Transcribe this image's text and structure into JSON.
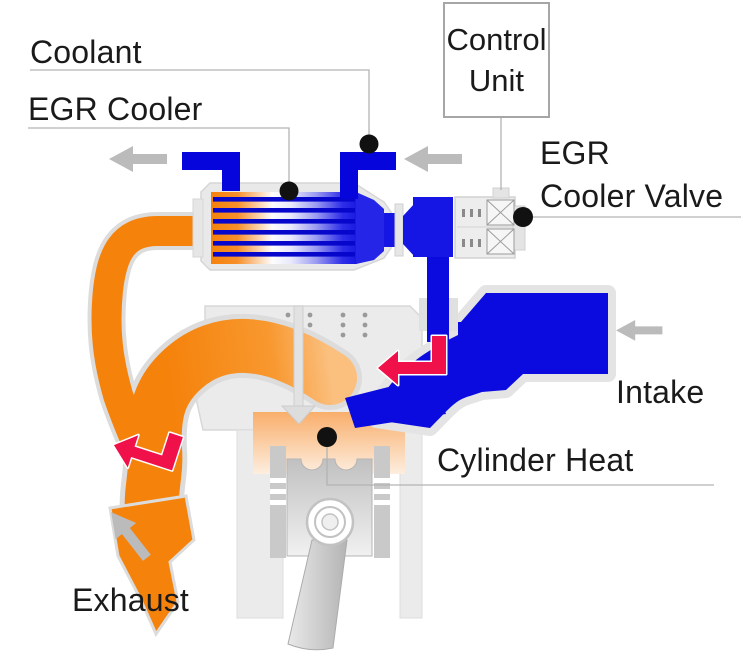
{
  "diagram": {
    "labels": {
      "coolant": "Coolant",
      "egr_cooler": "EGR Cooler",
      "control_unit": {
        "line1": "Control",
        "line2": "Unit"
      },
      "egr_cooler_valve": {
        "line1": "EGR",
        "line2": "Cooler Valve"
      },
      "intake": "Intake",
      "cylinder_heat": "Cylinder Heat",
      "exhaust": "Exhaust"
    },
    "colors": {
      "exhaust_flow_orange": "#F5820B",
      "intake_flow_blue": "#0B0BE0",
      "coolant_pipe_blue": "#0505DC",
      "cooler_tube_blue": "#0707CC",
      "flow_arrow_red": "#F0104A",
      "direction_arrow_gray": "#BBBBBB",
      "engine_body_gray": "#EBEBEB",
      "callout_line_gray": "#B3B3B3",
      "callout_marker_black": "#111111"
    }
  }
}
